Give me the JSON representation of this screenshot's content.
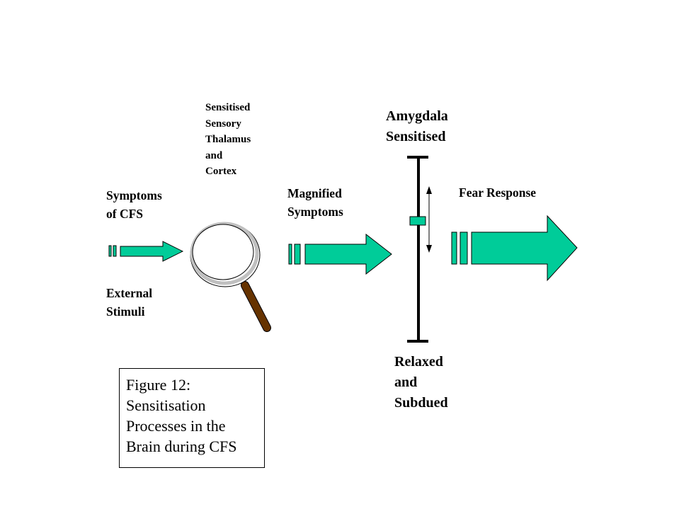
{
  "labels": {
    "sensitised_sensory": [
      "Sensitised",
      "Sensory",
      "Thalamus",
      "and",
      "Cortex"
    ],
    "symptoms_of_cfs": [
      "Symptoms",
      "of CFS"
    ],
    "external_stimuli": [
      "External",
      "Stimuli"
    ],
    "magnified_symptoms": [
      "Magnified",
      "Symptoms"
    ],
    "amygdala_sensitised": [
      "Amygdala",
      "Sensitised"
    ],
    "fear_response": "Fear Response",
    "relaxed_and_subdued": [
      "Relaxed",
      "and",
      "Subdued"
    ]
  },
  "caption": [
    "Figure 12:",
    "Sensitisation",
    "Processes in the",
    "Brain during CFS"
  ],
  "colors": {
    "arrow_fill": "#00CC99",
    "outline": "#000000",
    "magnifier_rim": "#C0C0C0",
    "magnifier_handle": "#663300"
  },
  "icons": {
    "magnifier": "magnifying-glass-icon"
  }
}
